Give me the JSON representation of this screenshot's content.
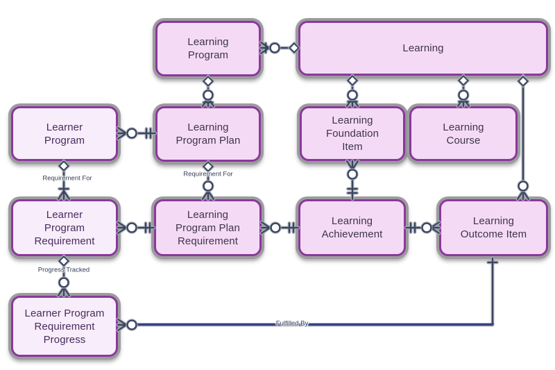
{
  "diagram": {
    "title": "Learning data model entity relationship diagram",
    "background": "#ffffff",
    "colors": {
      "entity_fill_pink": "#f5daf6",
      "entity_fill_light": "#f8edfa",
      "entity_border_purple": "#8a389c",
      "entity_outer_ring_gray": "#9c9c9e",
      "entity_text_pink_variant": "#3d3549",
      "entity_text_light_variant": "#4a2a5f",
      "connector_line": "#3a4560",
      "connector_halo": "#a7abb5",
      "fulfilled_by_highlight_blue": "#2e3cb0",
      "marker_fill": "#ffffff"
    },
    "entities": [
      {
        "id": "learning-program",
        "label": "Learning Program",
        "variant": "pink"
      },
      {
        "id": "learning",
        "label": "Learning",
        "variant": "pink"
      },
      {
        "id": "learner-program",
        "label": "Learner Program",
        "variant": "light"
      },
      {
        "id": "learning-program-plan",
        "label": "Learning Program Plan",
        "variant": "pink"
      },
      {
        "id": "learning-foundation-item",
        "label": "Learning Foundation Item",
        "variant": "pink"
      },
      {
        "id": "learning-course",
        "label": "Learning Course",
        "variant": "pink"
      },
      {
        "id": "learner-program-requirement",
        "label": "Learner Program Requirement",
        "variant": "light"
      },
      {
        "id": "learning-program-plan-requirement",
        "label": "Learning Program Plan Requirement",
        "variant": "pink"
      },
      {
        "id": "learning-achievement",
        "label": "Learning Achievement",
        "variant": "pink"
      },
      {
        "id": "learning-outcome-item",
        "label": "Learning Outcome Item",
        "variant": "pink"
      },
      {
        "id": "learner-program-requirement-progress",
        "label": "Learner Program Requirement Progress",
        "variant": "light"
      }
    ],
    "relationship_labels": [
      {
        "id": "requirement-for-learner",
        "text": "Requirement For"
      },
      {
        "id": "requirement-for-plan",
        "text": "Requirement For"
      },
      {
        "id": "progress-tracked",
        "text": "Progress Tracked"
      },
      {
        "id": "fulfilled-by",
        "text": "Fulfilled By"
      }
    ]
  }
}
